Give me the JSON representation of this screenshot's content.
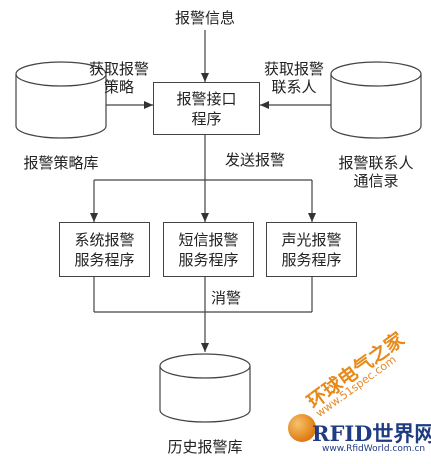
{
  "diagram": {
    "input_label": "报警信息",
    "left_get_label": "获取报警\n策略",
    "right_get_label": "获取报警\n联系人",
    "interface_box": "报警接口\n程序",
    "left_db_label": "报警策略库",
    "right_db_label": "报警联系人\n通信录",
    "send_label": "发送报警",
    "system_box": "系统报警\n服务程序",
    "sms_box": "短信报警\n服务程序",
    "soundlight_box": "声光报警\n服务程序",
    "cancel_label": "消警",
    "history_db_label": "历史报警库"
  },
  "watermark": {
    "brand_cn": "环球电气之家",
    "url": "www.51spec.com",
    "rfid_mark": "RFID世界网",
    "rfid_site": "www.RfidWorld.com.cn"
  }
}
